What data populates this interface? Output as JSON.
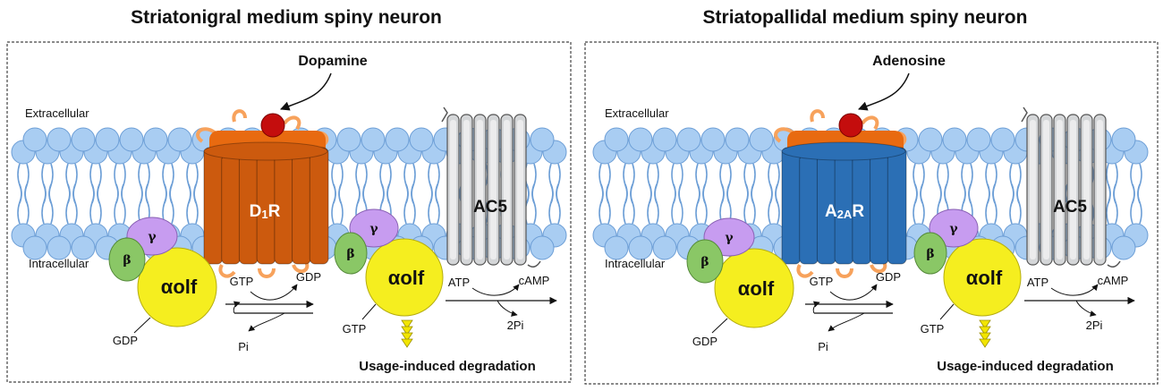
{
  "colors": {
    "lipid": "#a9cdf2",
    "lipid_stroke": "#6c9ed6",
    "alpha": "#f5ee1f",
    "beta": "#8ac766",
    "gamma": "#c79cf0",
    "d1r": "#cc5a0e",
    "a2ar": "#2b6fb5",
    "ligand": "#c40d0d",
    "loops": "#f7a25c",
    "ac5": "#d4d6d8",
    "degradation": "#f2e500"
  },
  "panels": [
    {
      "title": "Striatonigral medium spiny neuron",
      "ligand": "Dopamine",
      "receptor": "D1R",
      "receptor_main": "D",
      "receptor_sub": "1",
      "receptor_tail": "R",
      "receptor_color_key": "d1r",
      "extracellular": "Extracellular",
      "intracellular": "Intracellular",
      "beta": "β",
      "gamma": "γ",
      "alpha": "αolf",
      "alpha2": "αolf",
      "ac5": "AC5",
      "gdp_bottom": "GDP",
      "gtp_left": "GTP",
      "gdp_right": "GDP",
      "pi": "Pi",
      "gtp_bound": "GTP",
      "atp": "ATP",
      "camp": "cAMP",
      "two_pi": "2Pi",
      "degradation": "Usage-induced degradation"
    },
    {
      "title": "Striatopallidal medium spiny neuron",
      "ligand": "Adenosine",
      "receptor": "A2AR",
      "receptor_main": "A",
      "receptor_sub": "2A",
      "receptor_tail": "R",
      "receptor_color_key": "a2ar",
      "extracellular": "Extracellular",
      "intracellular": "Intracellular",
      "beta": "β",
      "gamma": "γ",
      "alpha": "αolf",
      "alpha2": "αolf",
      "ac5": "AC5",
      "gdp_bottom": "GDP",
      "gtp_left": "GTP",
      "gdp_right": "GDP",
      "pi": "Pi",
      "gtp_bound": "GTP",
      "atp": "ATP",
      "camp": "cAMP",
      "two_pi": "2Pi",
      "degradation": "Usage-induced degradation"
    }
  ]
}
